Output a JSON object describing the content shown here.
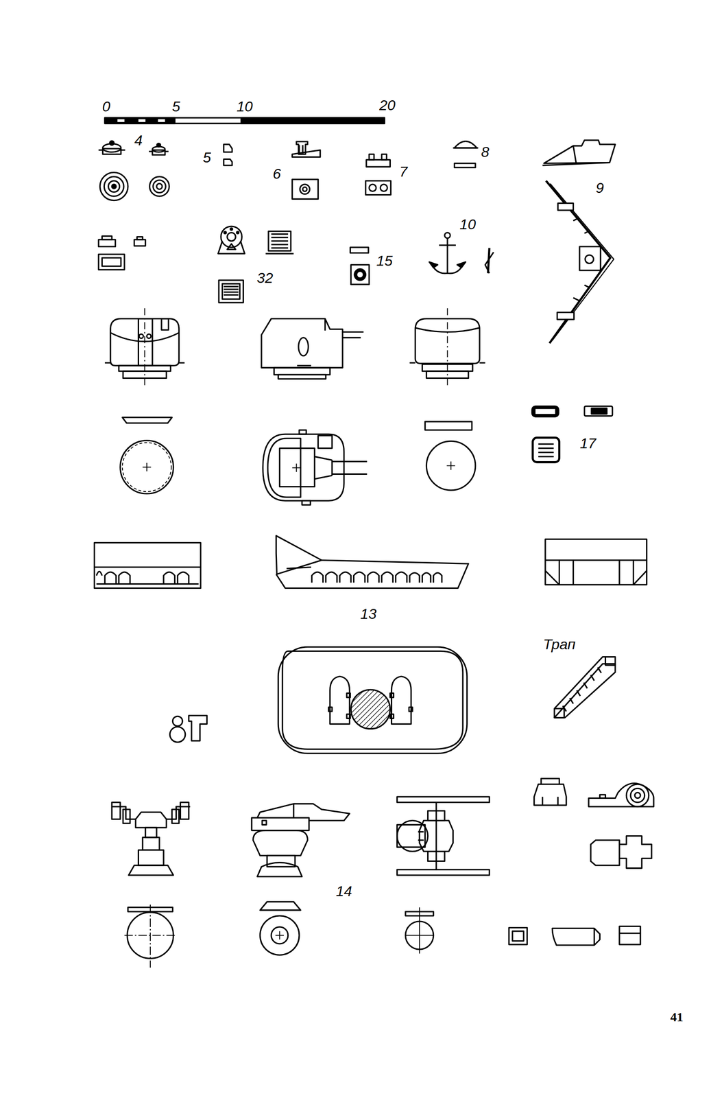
{
  "diagram": {
    "labels": [
      "0",
      "5",
      "10",
      "20",
      "4",
      "5",
      "6",
      "7",
      "8",
      "9",
      "10",
      "32",
      "15",
      "17",
      "13",
      "Трап",
      "14",
      "41"
    ]
  }
}
